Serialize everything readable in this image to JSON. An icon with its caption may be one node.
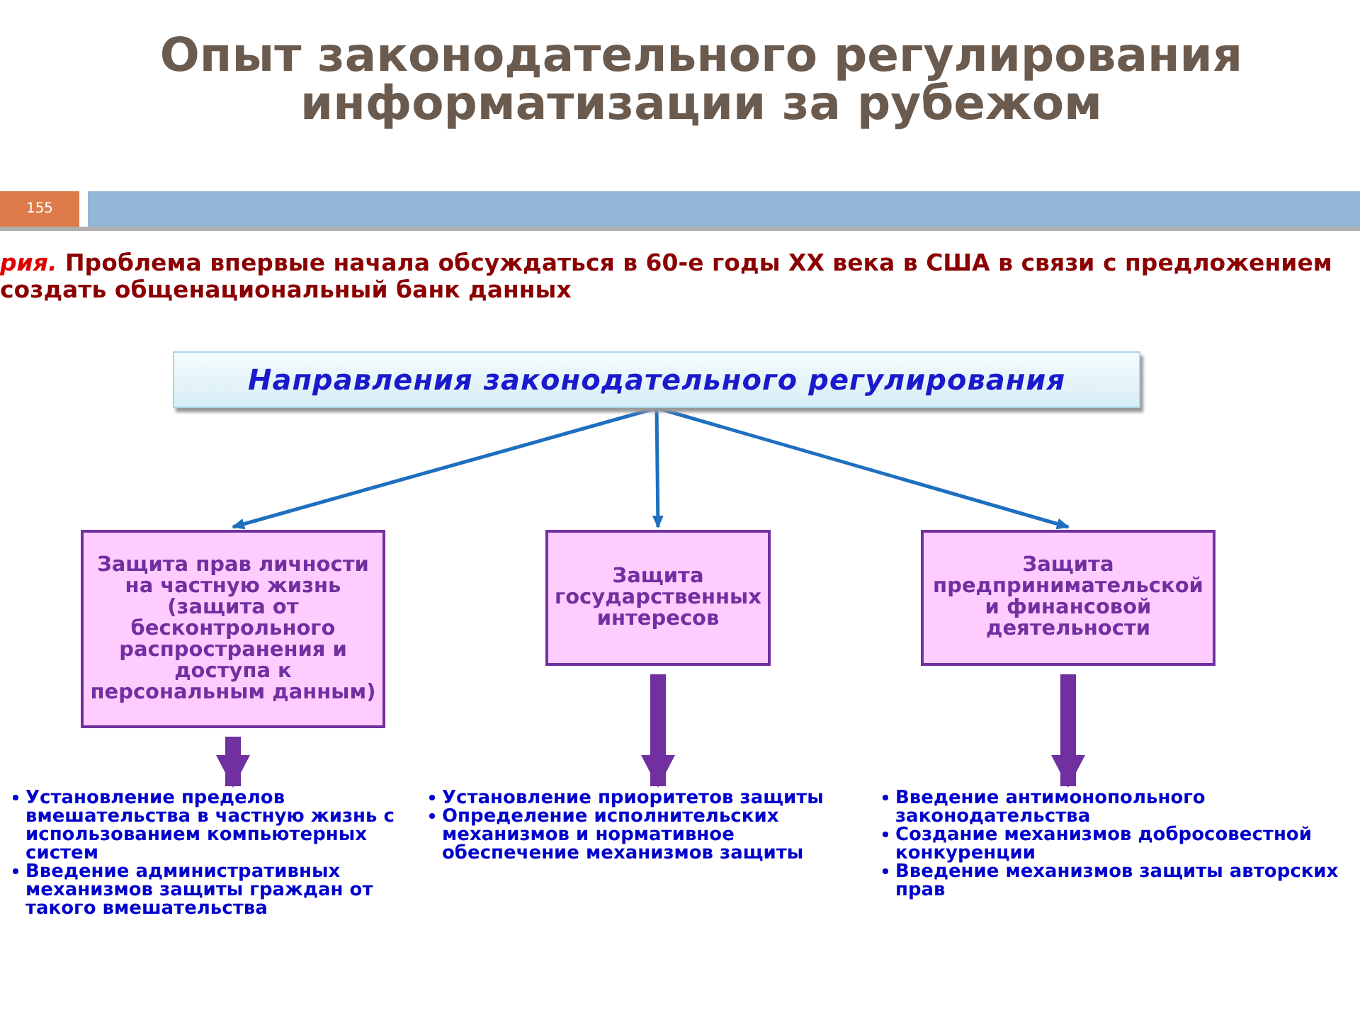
{
  "diagram": {
    "title": "Опыт законодательного регулирования информатизации за рубежом",
    "nodes": [
      {
        "text": [
          "Направления законодательного регулирования"
        ]
      },
      {
        "text": [
          "Защита прав личности на частную жизнь (защита от бесконтрольного распространения и доступа к персональным данным)"
        ]
      },
      {
        "text": [
          "Защита государственных интересов"
        ]
      },
      {
        "text": [
          "Защита предпринимательской и финансовой деятельности"
        ]
      },
      {
        "text": [
          "Установление пределов вмешательства в частную жизнь с использованием компьютерных систем",
          "Введение административных механизмов защиты граждан от такого вмешательства"
        ]
      },
      {
        "text": [
          "Установление приоритетов защиты",
          "Определение исполнительских механизмов и нормативное обеспечение механизмов защиты"
        ]
      },
      {
        "text": [
          "Введение антимонопольного законодательства",
          "Создание механизмов добросовестной конкуренции",
          "Введение механизмов защиты авторских прав"
        ]
      }
    ],
    "edges": [
      {
        "from": 0,
        "to": 1,
        "arrow": "to"
      },
      {
        "from": 0,
        "to": 2,
        "arrow": "to"
      },
      {
        "from": 0,
        "to": 3,
        "arrow": "to"
      },
      {
        "from": 1,
        "to": 4,
        "arrow": "to",
        "style": "thick",
        "color": "#7030a0"
      },
      {
        "from": 2,
        "to": 5,
        "arrow": "to",
        "style": "thick",
        "color": "#7030a0"
      },
      {
        "from": 3,
        "to": 6,
        "arrow": "to",
        "style": "thick",
        "color": "#7030a0"
      }
    ],
    "labels": [
      "155",
      "рия.",
      "Проблема впервые начала обсуждаться в 60-е годы XX века в США в связи с предложением создать общенациональный банк данных"
    ]
  }
}
